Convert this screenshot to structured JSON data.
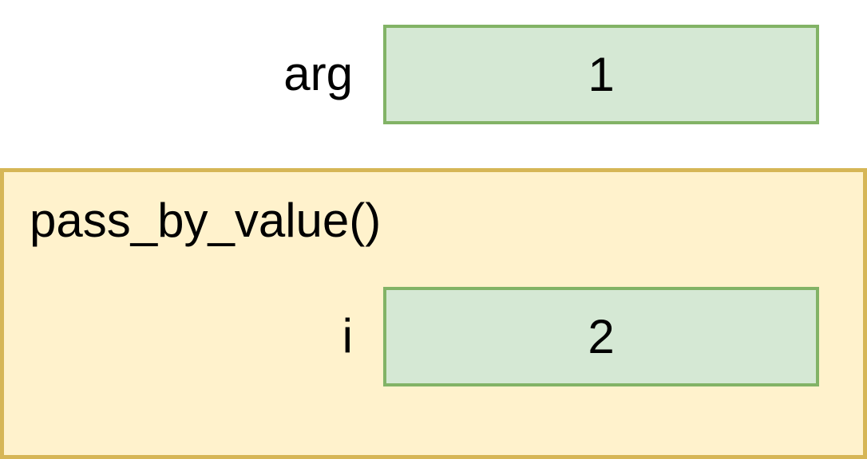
{
  "global_variable": {
    "name": "arg",
    "value": "1"
  },
  "frame": {
    "title": "pass_by_value()",
    "variable": {
      "name": "i",
      "value": "2"
    }
  },
  "colors": {
    "variable_fill": "#d5e8d4",
    "variable_border": "#82b366",
    "frame_fill": "#fff2cc",
    "frame_border": "#d6b656"
  }
}
